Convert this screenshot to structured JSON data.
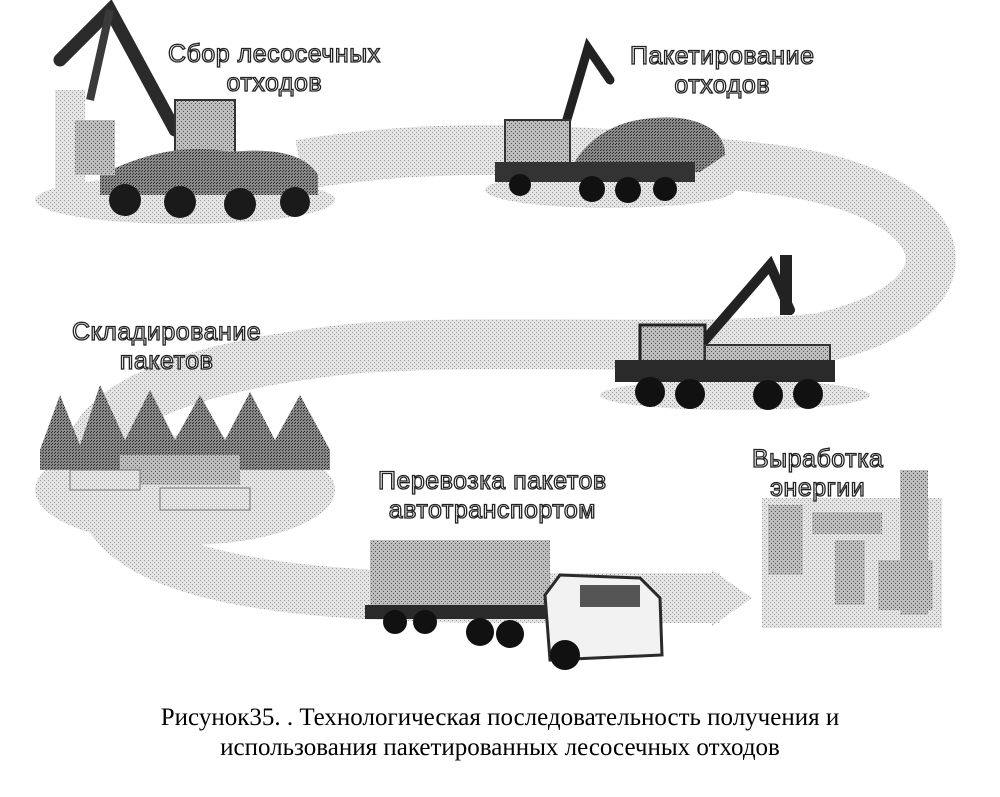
{
  "figure": {
    "stages": {
      "collection": {
        "line1": "Сбор лесосечных",
        "line2": "отходов"
      },
      "baling": {
        "line1": "Пакетирование",
        "line2": "отходов"
      },
      "storage": {
        "line1": "Складирование",
        "line2": "пакетов"
      },
      "transport": {
        "line1": "Перевозка пакетов",
        "line2": "автотранспортом"
      },
      "energy": {
        "line1": "Выработка",
        "line2": "энергии"
      }
    },
    "caption": {
      "line1": "Рисунок35. . Технологическая последовательность получения и",
      "line2": "использования пакетированных лесосечных отходов"
    }
  }
}
